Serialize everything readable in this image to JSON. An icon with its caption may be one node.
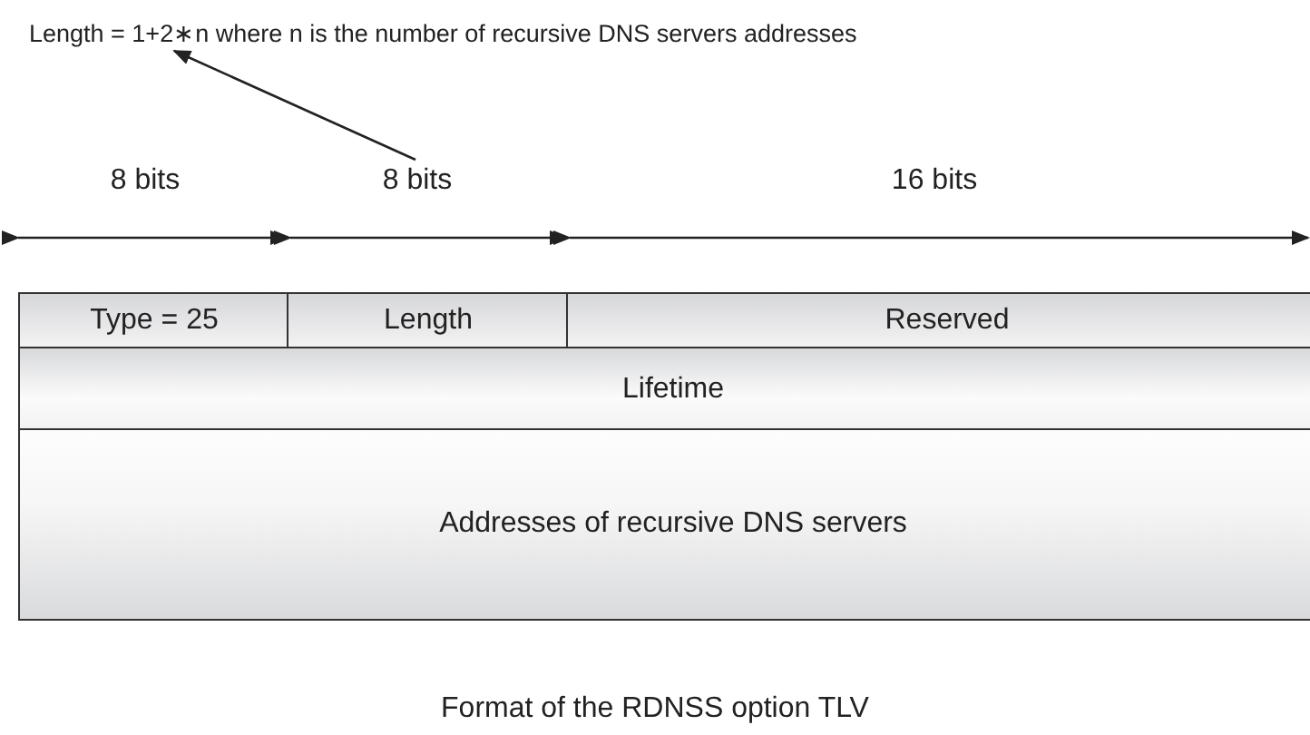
{
  "diagram": {
    "caption": "Format of the RDNSS option TLV",
    "nodes": [
      {
        "text": [
          "Length = 1+2∗n where n is the number of recursive DNS servers addresses"
        ]
      },
      {
        "text": [
          "8 bits"
        ]
      },
      {
        "text": [
          "Type = 25"
        ]
      },
      {
        "text": [
          "Length"
        ]
      },
      {
        "text": [
          "Reserved"
        ]
      },
      {
        "text": [
          "Lifetime"
        ]
      },
      {
        "text": [
          "Addresses of recursive DNS servers"
        ]
      }
    ],
    "edges": [
      {
        "from": 1,
        "to": 0,
        "arrow": "to"
      }
    ],
    "labels": [
      "8 bits",
      "16 bits"
    ]
  }
}
